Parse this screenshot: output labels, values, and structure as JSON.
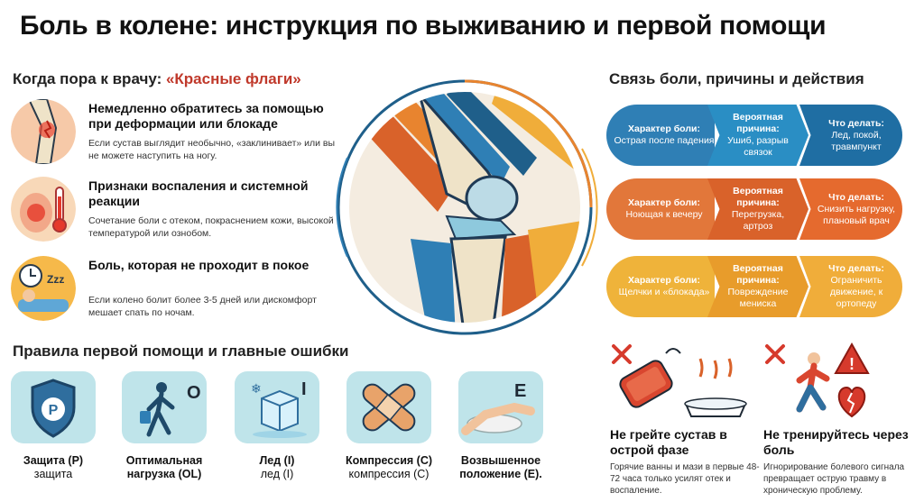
{
  "title": "Боль в колене: инструкция по выживанию и первой помощи",
  "red_flags": {
    "heading_prefix": "Когда пора к врачу: ",
    "heading_accent": "«Красные флаги»",
    "items": [
      {
        "head": "Немедленно обратитесь за помощью при деформации или блокаде",
        "desc": "Если сустав выглядит необычно, «заклинивает» или вы не можете наступить на ногу."
      },
      {
        "head": "Признаки воспаления и системной реакции",
        "desc": "Сочетание боли с отеком, покраснением кожи, высокой температурой или ознобом."
      },
      {
        "head": "Боль, которая не проходит в покое",
        "desc": "Если колено болит более 3-5 дней или дискомфорт мешает спать по ночам."
      }
    ]
  },
  "flow": {
    "heading": "Связь боли, причины и действия",
    "rows": [
      {
        "c1_label": "Характер боли:",
        "c1_value": "Острая после падения",
        "c2_label": "Вероятная причина:",
        "c2_value": "Ушиб, разрыв связок",
        "c3_label": "Что делать:",
        "c3_value": "Лед, покой, травмпункт"
      },
      {
        "c1_label": "Характер боли:",
        "c1_value": "Ноющая к вечеру",
        "c2_label": "Вероятная причина:",
        "c2_value": "Перегрузка, артроз",
        "c3_label": "Что делать:",
        "c3_value": "Снизить нагрузку, плановый врач"
      },
      {
        "c1_label": "Характер боли:",
        "c1_value": "Щелчки и «блокада»",
        "c2_label": "Вероятная причина:",
        "c2_value": "Повреждение мениска",
        "c3_label": "Что делать:",
        "c3_value": "Ограничить движение, к ортопеду"
      }
    ],
    "colors": [
      [
        "#2f7fb5",
        "#2a8ec4",
        "#1f6ea3"
      ],
      [
        "#e2773a",
        "#d9622a",
        "#e56a2e"
      ],
      [
        "#efb33a",
        "#e89c2b",
        "#f0ad3a"
      ]
    ]
  },
  "first_aid": {
    "heading": "Правила первой помощи и главные ошибки",
    "cards": [
      {
        "title": "Защита (P)",
        "sub": "защита",
        "letter": "P",
        "icon": "shield-icon"
      },
      {
        "title": "Оптимальная нагрузка (OL)",
        "sub": "",
        "letter": "O",
        "icon": "walking-person-icon"
      },
      {
        "title": "Лед (I)",
        "sub": "лед (I)",
        "letter": "I",
        "icon": "ice-cube-icon"
      },
      {
        "title": "Компрессия (C)",
        "sub": "компрессия (C)",
        "letter": "",
        "icon": "bandage-icon"
      },
      {
        "title": "Возвышенное положение (E).",
        "sub": "",
        "letter": "E",
        "icon": "elevated-leg-icon"
      }
    ]
  },
  "mistakes": [
    {
      "head": "Не грейте сустав в острой фазе",
      "desc": "Горячие ванны и мази в первые 48-72 часа только усилят отек и воспаление."
    },
    {
      "head": "Не тренируйтесь через боль",
      "desc": "Игнорирование болевого сигнала превращает острую травму в хроническую проблему."
    }
  ]
}
